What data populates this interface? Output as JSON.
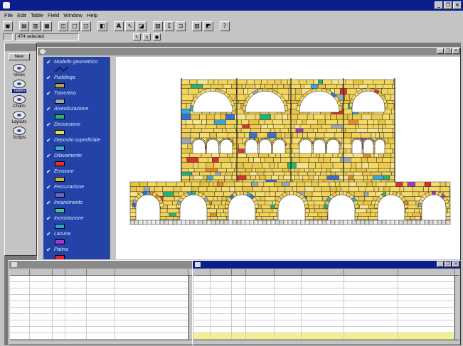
{
  "app": {
    "title": "",
    "menu": [
      "File",
      "Edit",
      "Table",
      "Field",
      "Window",
      "Help"
    ],
    "selection_status": "474 selected"
  },
  "project": {
    "title": "",
    "new_label": "New",
    "items": [
      "Views",
      "Tables",
      "Charts",
      "Layouts",
      "Scripts"
    ]
  },
  "view": {
    "title": "",
    "layers": [
      {
        "name": "Modello geometrico",
        "color": ""
      },
      {
        "name": "Puddinga",
        "color": "#b89a52"
      },
      {
        "name": "Travertino",
        "color": "#9aa7b5"
      },
      {
        "name": "Alveolizzazione",
        "color": "#27b27a"
      },
      {
        "name": "Decoesione",
        "color": "#dede5c"
      },
      {
        "name": "Deposito superficiale",
        "color": "#3aa7d8"
      },
      {
        "name": "Dilavamento",
        "color": "#e03030"
      },
      {
        "name": "Erosione",
        "color": "#c8b24a"
      },
      {
        "name": "Fessurazione",
        "color": "#6a64c8"
      },
      {
        "name": "Incarsimento",
        "color": "#3ac0b0"
      },
      {
        "name": "Incrostazione",
        "color": "#2a9fd0"
      },
      {
        "name": "Lacuna",
        "color": "#a03ac8"
      },
      {
        "name": "Patina",
        "color": "#e02828"
      }
    ]
  },
  "table1": {
    "title": "",
    "columns": [
      "",
      "",
      "",
      "",
      "",
      ""
    ],
    "rows": [
      [
        "",
        "",
        "",
        "",
        "",
        ""
      ],
      [
        "",
        "",
        "",
        "",
        "",
        ""
      ],
      [
        "",
        "",
        "",
        "",
        "",
        ""
      ],
      [
        "",
        "",
        "",
        "",
        "",
        ""
      ],
      [
        "",
        "",
        "",
        "",
        "",
        ""
      ],
      [
        "",
        "",
        "",
        "",
        "",
        ""
      ],
      [
        "",
        "",
        "",
        "",
        "",
        ""
      ],
      [
        "",
        "",
        "",
        "",
        "",
        ""
      ],
      [
        "",
        "",
        "",
        "",
        "",
        ""
      ],
      [
        "",
        "",
        "",
        "",
        "",
        ""
      ],
      [
        "",
        "",
        "",
        "",
        "",
        ""
      ],
      [
        "",
        "",
        "",
        "",
        "",
        ""
      ]
    ],
    "highlight_row": 10
  },
  "table2": {
    "title": "",
    "columns": [
      "",
      "",
      "",
      "",
      "",
      "",
      "",
      ""
    ],
    "rows": [
      [
        "",
        "",
        "",
        "",
        "",
        "",
        "",
        ""
      ],
      [
        "",
        "",
        "",
        "",
        "",
        "",
        "",
        ""
      ],
      [
        "",
        "",
        "",
        "",
        "",
        "",
        "",
        ""
      ],
      [
        "",
        "",
        "",
        "",
        "",
        "",
        "",
        ""
      ],
      [
        "",
        "",
        "",
        "",
        "",
        "",
        "",
        ""
      ],
      [
        "",
        "",
        "",
        "",
        "",
        "",
        "",
        ""
      ],
      [
        "",
        "",
        "",
        "",
        "",
        "",
        "",
        ""
      ],
      [
        "",
        "",
        "",
        "",
        "",
        "",
        "",
        ""
      ],
      [
        "",
        "",
        "",
        "",
        "",
        "",
        "",
        ""
      ],
      [
        "",
        "",
        "",
        "",
        "",
        "",
        "",
        ""
      ],
      [
        "",
        "",
        "",
        "",
        "",
        "",
        "",
        ""
      ],
      [
        "",
        "",
        "",
        "",
        "",
        "",
        "",
        ""
      ]
    ],
    "highlight_row": 9
  },
  "colors": {
    "title_active": "#0a1f8c",
    "toc_background": "#2343a8",
    "block_fill": "#f2d45a",
    "highlight_row": "#f5f08a"
  }
}
